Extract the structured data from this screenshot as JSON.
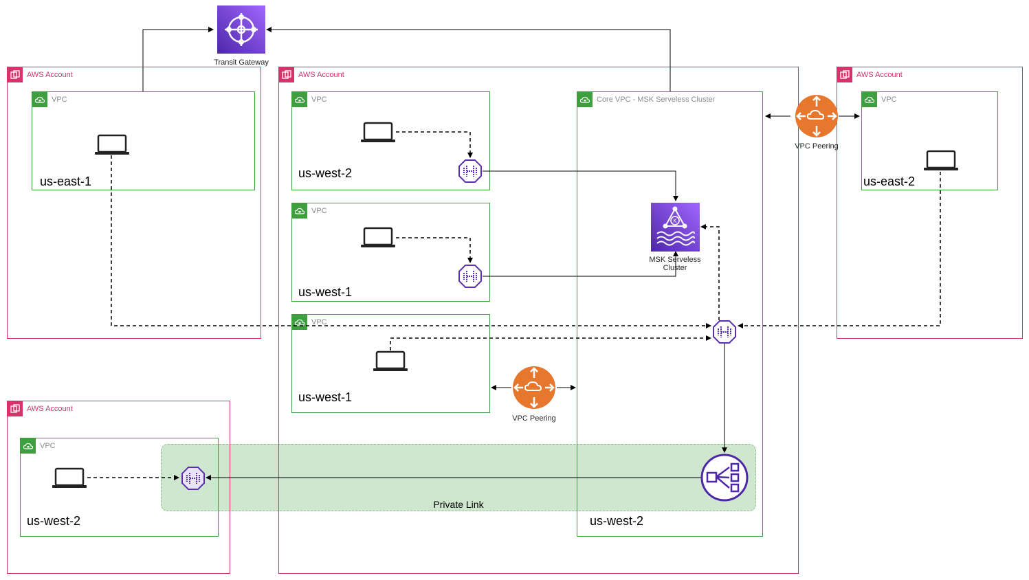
{
  "aws_account_label": "AWS Account",
  "vpc_label": "VPC",
  "core_vpc_label": "Core VPC - MSK Serveless Cluster",
  "transit_gateway_label": "Transit Gateway",
  "vpc_peering_label": "VPC Peering",
  "msk_label_line1": "MSK Serveless",
  "msk_label_line2": "Cluster",
  "private_link_label": "Private Link",
  "regions": {
    "acct1": "us-east-1",
    "vpc_a": "us-west-2",
    "vpc_b": "us-west-1",
    "vpc_c": "us-west-1",
    "core": "us-west-2",
    "acct3": "us-east-2",
    "acct4": "us-west-2"
  },
  "colors": {
    "account_border": "#d6336c",
    "vpc_border": "#3f9f3f",
    "purple": "#7b2fbe",
    "orange": "#e8772e",
    "private_link_fill": "#cfe6cf"
  },
  "icons": [
    "laptop-icon",
    "vpc-endpoint-icon",
    "transit-gateway-icon",
    "vpc-peering-icon",
    "msk-icon",
    "private-link-nlb-icon"
  ]
}
